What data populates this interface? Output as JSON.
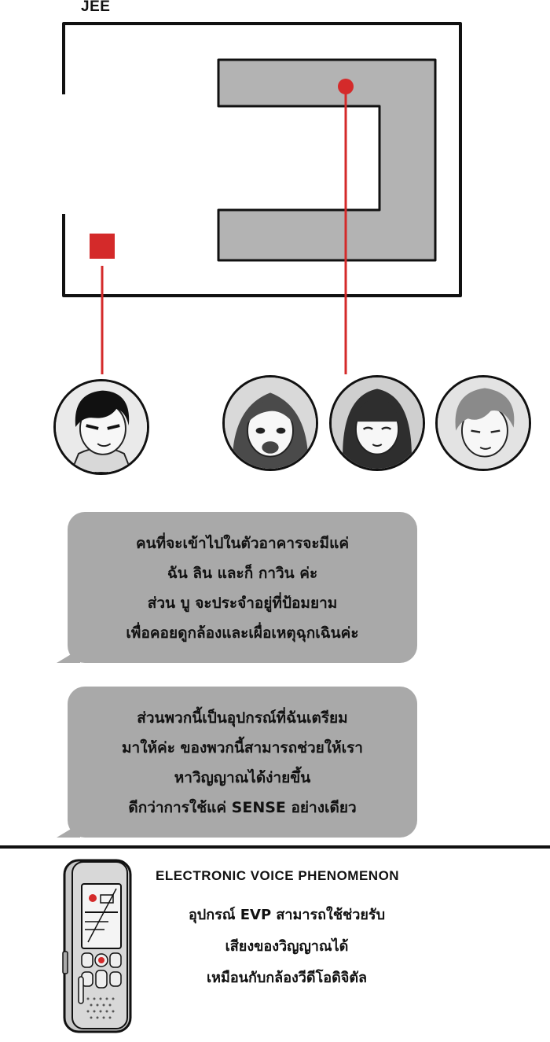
{
  "map": {
    "title": "JEE",
    "marker_color": "#d42a2a",
    "room_color": "#b3b3b3"
  },
  "avatars": [
    {
      "name": "jee-avatar",
      "hair": "#111111"
    },
    {
      "name": "lin-avatar",
      "hair": "#555555"
    },
    {
      "name": "boo-avatar",
      "hair": "#333333"
    },
    {
      "name": "kawin-avatar",
      "hair": "#777777"
    }
  ],
  "bubbles": [
    {
      "lines": [
        "คนที่จะเข้าไปในตัวอาคารจะมีแค่",
        "ฉัน ลิน และก็ กาวิน ค่ะ",
        "ส่วน บู จะประจำอยู่ที่ป้อมยาม",
        "เพื่อคอยดูกล้องและเผื่อเหตุฉุกเฉินค่ะ"
      ]
    },
    {
      "lines": [
        "ส่วนพวกนี้เป็นอุปกรณ์ที่ฉันเตรียม",
        "มาให้ค่ะ ของพวกนี้สามารถช่วยให้เรา",
        "หาวิญญาณได้ง่ายขึ้น",
        "ดีกว่าการใช้แค่ SENSE อย่างเดียว"
      ]
    }
  ],
  "evp": {
    "heading": "ELECTRONIC VOICE PHENOMENON",
    "lines": [
      "อุปกรณ์ EVP สามารถใช้ช่วยรับ",
      "เสียงของวิญญาณได้",
      "เหมือนกับกล้องวีดีโอดิจิตัล"
    ],
    "device_icon": "voice-recorder-icon"
  }
}
